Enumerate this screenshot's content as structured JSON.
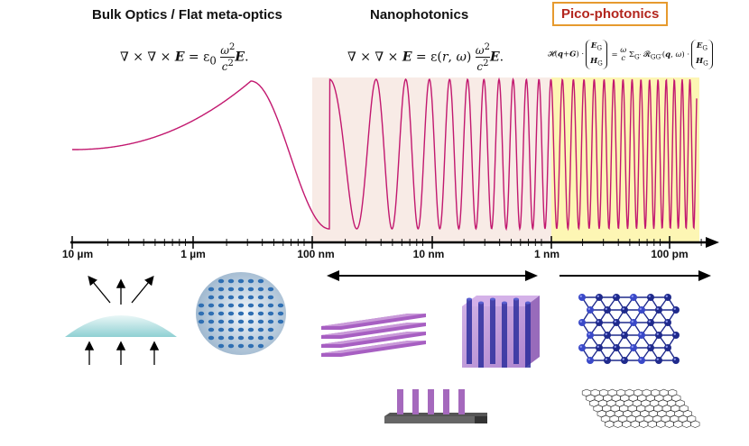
{
  "headers": {
    "bulk": "Bulk Optics / Flat meta-optics",
    "nano": "Nanophotonics",
    "pico": "Pico-photonics"
  },
  "equations": {
    "bulk": "∇ × ∇ × E = ε₀ (ω²/c²) E.",
    "nano": "∇ × ∇ × E = ε(r,ω) (ω²/c²) E.",
    "pico": "ℋ(q+G) · (E_G, H_G) = (ω/c) Σ_G′ ℛ_GG′(q,ω) · (E_G, H_G)"
  },
  "axis": {
    "ticks": [
      "10 µm",
      "1 µm",
      "100 nm",
      "10 nm",
      "1 nm",
      "100 pm"
    ]
  },
  "colors": {
    "wave": "#c2186f",
    "nano_band": "#f8ebe6",
    "pico_band": "#fdf6b4",
    "pico_border": "#e69a2e",
    "pico_text": "#b3261e",
    "purple": "#9b59b6",
    "atom": "#1f2a8c"
  },
  "icons": [
    "lens-icon",
    "metasurface-icon",
    "layered-film-icon",
    "nanopillar-cube-icon",
    "pillar-array-icon",
    "crystal-lattice-icon",
    "graphene-sheet-icon"
  ]
}
